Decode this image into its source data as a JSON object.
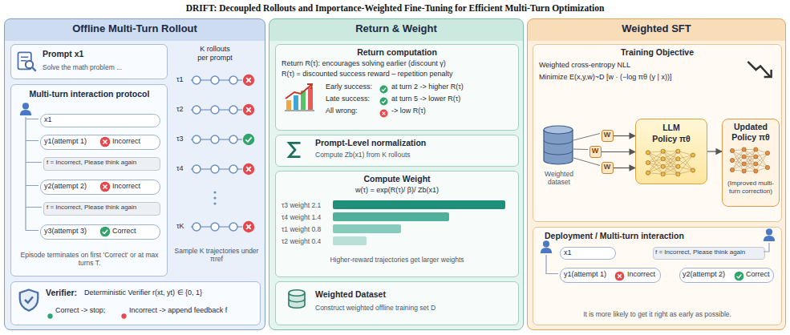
{
  "diagram": {
    "title": "DRIFT: Decoupled Rollouts and Importance-Weighted Fine-Tuning for Efficient Multi-Turn Optimization",
    "nodes": [
      {
        "text": [
          "Offline Multi-Turn Rollout"
        ]
      },
      {
        "text": [
          "Prompt x1",
          "Solve the math problem ..."
        ],
        "in": 0
      },
      {
        "text": [
          "Multi-turn interaction protocol",
          "Episode terminates on first 'Correct' or at max turns T."
        ],
        "in": 0
      },
      {
        "text": [
          "x1"
        ],
        "in": 2
      },
      {
        "text": [
          "y1(attempt 1)",
          "Incorrect"
        ],
        "in": 2
      },
      {
        "text": [
          "f = Incorrect, Please think again"
        ],
        "in": 2
      },
      {
        "text": [
          "y2(attempt 2)",
          "Incorrect"
        ],
        "in": 2
      },
      {
        "text": [
          "f = Incorrect, Please think again"
        ],
        "in": 2
      },
      {
        "text": [
          "y3(attempt 3)",
          "Correct"
        ],
        "in": 2
      },
      {
        "text": [
          "Verifier:",
          "Deterministic Verifier r(xt, yt) ∈ {0, 1}",
          "Correct -> stop;",
          "Incorrect -> append feedback f"
        ],
        "in": 0
      },
      {
        "text": [
          "Return & Weight"
        ]
      },
      {
        "text": [
          "Return computation",
          "Return R(τ): encourages solving earlier (discount γ)",
          "R(τ) = discounted success reward – repetition penalty",
          "Early success:",
          "at turn 2 -> higher R(τ)",
          "Late success:",
          "at turn 5 -> lower R(τ)",
          "All wrong:",
          "-> low R(τ)"
        ],
        "in": 10
      },
      {
        "text": [
          "Prompt-Level normalization",
          "Compute Zb(x1) from K rollouts"
        ],
        "in": 10
      },
      {
        "text": [
          "Compute Weight",
          "w(τ) = exp(R(τ)/ β)/ Zb(x1)",
          "τ3 weight 2.1",
          "τ4 weight 1.4",
          "τ1 weight 0.8",
          "τ2 weight 0.4",
          "Higher-reward trajectories get larger weights"
        ],
        "in": 10
      },
      {
        "text": [
          "Weighted Dataset",
          "Construct weighted offline training set D"
        ],
        "in": 10
      },
      {
        "text": [
          "Weighted SFT"
        ]
      },
      {
        "text": [
          "Training Objective",
          "Weighted cross-entropy NLL",
          "Minimize E(x,y,w)~D [w · (−log πθ (y | x))]",
          "Weighted dataset"
        ],
        "in": 15
      },
      {
        "text": [
          "LLM",
          "Policy πθ"
        ],
        "in": 16
      },
      {
        "text": [
          "Updated Policy πθ",
          "(Improved multi-turn correction)"
        ],
        "in": 16
      },
      {
        "text": [
          "W"
        ],
        "in": 16
      },
      {
        "text": [
          "W"
        ],
        "in": 16
      },
      {
        "text": [
          "W"
        ],
        "in": 16
      },
      {
        "text": [
          "Deployment / Multi-turn interaction",
          "It is more likely to get it right as early as possible."
        ],
        "in": 15
      },
      {
        "text": [
          "x1"
        ],
        "in": 22
      },
      {
        "text": [
          "y1(attempt 1)",
          "Incorrect"
        ],
        "in": 22
      },
      {
        "text": [
          "f = Incorrect, Please think again"
        ],
        "in": 22
      },
      {
        "text": [
          "y2(attempt 2)",
          "Correct"
        ],
        "in": 22
      }
    ],
    "edges": [
      {
        "from": 19,
        "to": 17,
        "arrow": "to"
      },
      {
        "from": 20,
        "to": 17,
        "arrow": "to"
      },
      {
        "from": 21,
        "to": 17,
        "arrow": "to"
      },
      {
        "from": 17,
        "to": 18,
        "arrow": "to"
      }
    ],
    "labels": [
      "K rollouts per prompt",
      "τ1",
      "τ2",
      "τ3",
      "τ4",
      "τK",
      "Sample K trajectories under πref"
    ]
  }
}
